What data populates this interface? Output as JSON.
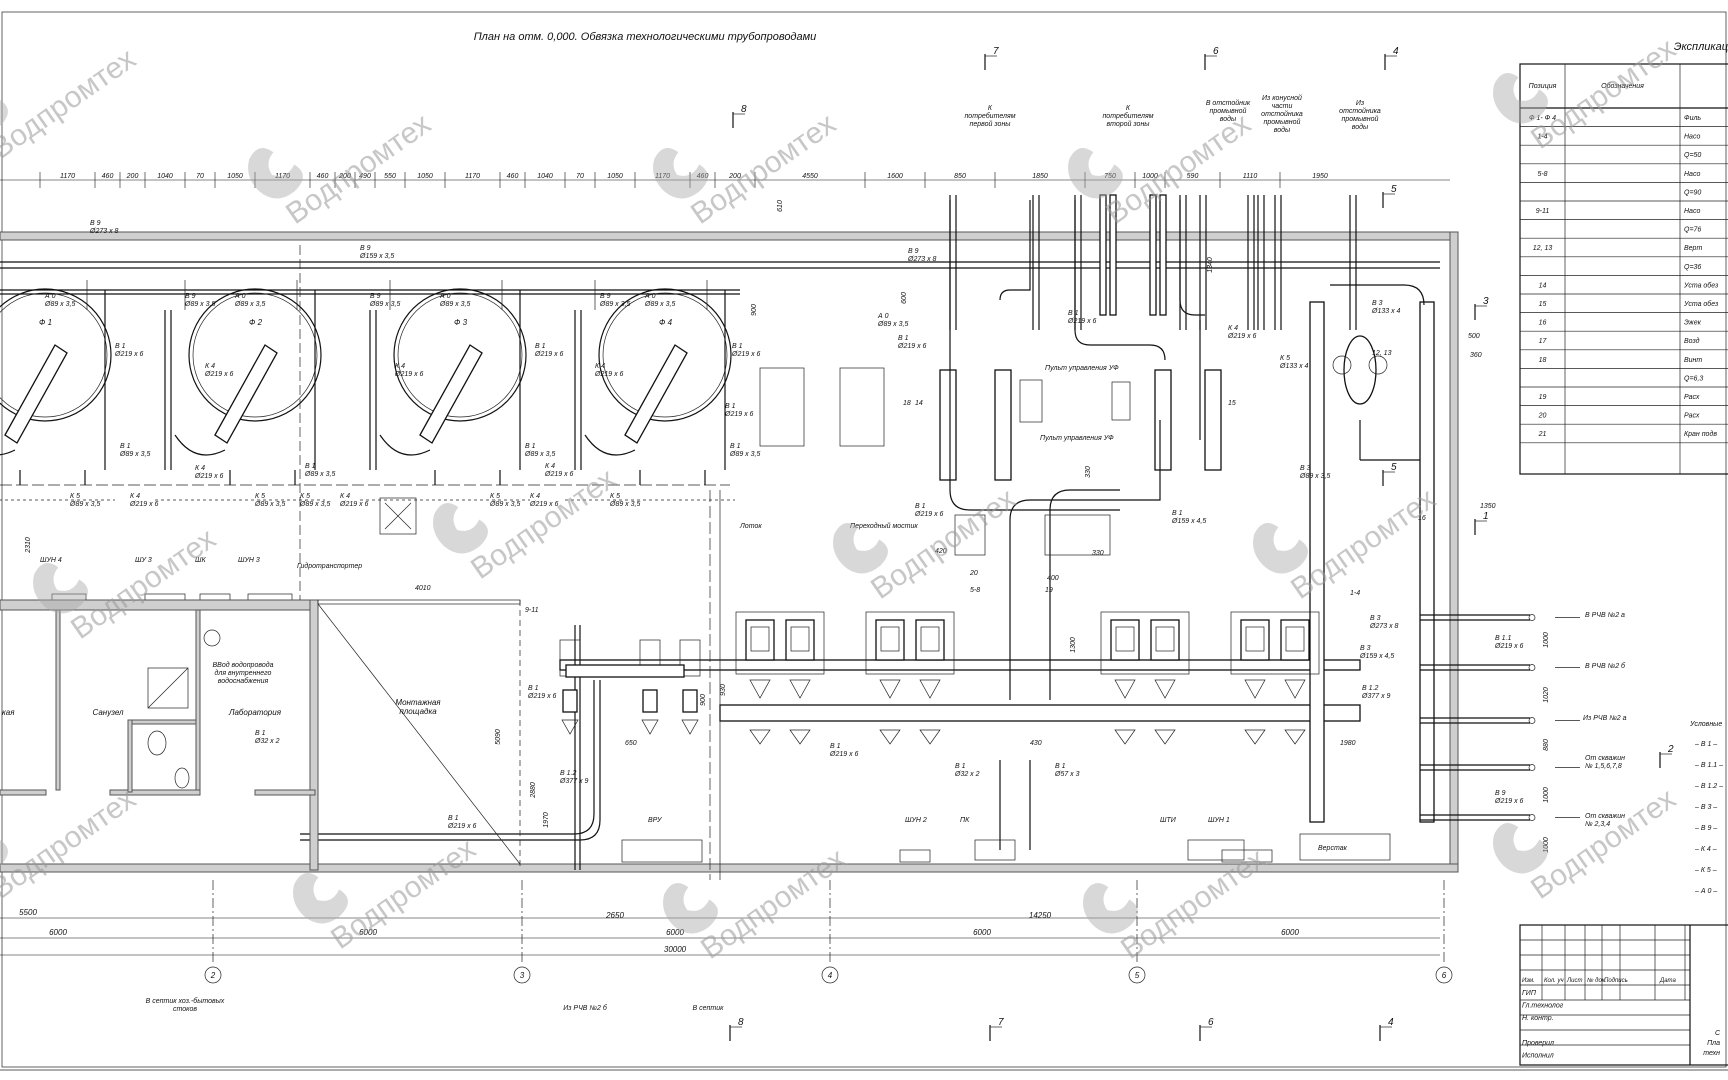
{
  "title": "План на отм. 0,000. Обвязка технологическими трубопроводами",
  "explication_title": "Экспликац",
  "explication": {
    "headers": [
      "Позиция",
      "Обозначения"
    ],
    "rows": [
      {
        "pos": "Ф 1- Ф 4",
        "name": "Филь"
      },
      {
        "pos": "1-4",
        "name": "Насо"
      },
      {
        "pos": "",
        "name": "Q=50"
      },
      {
        "pos": "5-8",
        "name": "Насо"
      },
      {
        "pos": "",
        "name": "Q=90"
      },
      {
        "pos": "9-11",
        "name": "Насо"
      },
      {
        "pos": "",
        "name": "Q=76"
      },
      {
        "pos": "12, 13",
        "name": "Верт"
      },
      {
        "pos": "",
        "name": "Q=36"
      },
      {
        "pos": "14",
        "name": "Уста обез"
      },
      {
        "pos": "15",
        "name": "Уста обез"
      },
      {
        "pos": "16",
        "name": "Эжек"
      },
      {
        "pos": "17",
        "name": "Возд"
      },
      {
        "pos": "18",
        "name": "Винт"
      },
      {
        "pos": "",
        "name": "Q=6,3"
      },
      {
        "pos": "19",
        "name": "Расх"
      },
      {
        "pos": "20",
        "name": "Расх"
      },
      {
        "pos": "21",
        "name": "Кран подв"
      }
    ]
  },
  "legend_title": "Условные",
  "legend": [
    "В 1",
    "В 1.1",
    "В 1.2",
    "В 3",
    "В 9",
    "К 4",
    "К 5",
    "А 0"
  ],
  "title_block": {
    "header_cells": [
      "Изм.",
      "Кол. уч",
      "Лист",
      "№ док.",
      "Подпись",
      "Дата"
    ],
    "roles": [
      "ГИП",
      "Гл.технолог",
      "Н. контр.",
      "",
      "Проверил",
      "Исполнил"
    ],
    "sheet_text": [
      "С",
      "Пла",
      "техн"
    ]
  },
  "watermark": "Водпромтех",
  "section_marks": [
    "7",
    "6",
    "4",
    "8",
    "5",
    "3",
    "1",
    "2"
  ],
  "grid_axes": [
    "2",
    "3",
    "4",
    "5",
    "6"
  ],
  "top_labels": [
    "К потребителям первой зоны",
    "К потребителям второй зоны",
    "В отстойник промывной воды",
    "Из конусной части отстойника промывной воды",
    "Из отстойника промывной воды"
  ],
  "top_dims": [
    "1170",
    "460",
    "200",
    "1040",
    "70",
    "1050",
    "1170",
    "460",
    "200",
    "490",
    "550",
    "1050",
    "1170",
    "460",
    "1040",
    "70",
    "1050",
    "1170",
    "460",
    "200",
    "4550",
    "1600",
    "850",
    "1850",
    "750",
    "1000",
    "590",
    "1110",
    "1950"
  ],
  "filters": [
    "Ф 1",
    "Ф 2",
    "Ф 3",
    "Ф 4"
  ],
  "pipe_labels": {
    "b9_273": "В 9\nØ273 х 8",
    "b9_159": "В 9\nØ159 х 3,5",
    "a0": "А 0\nØ89 х 3,5",
    "b9": "В 9\nØ89 х 3,5",
    "k4": "К 4\nØ219 х 6",
    "b1": "В 1\nØ219 х 6",
    "k5": "К 5\nØ89 х 3,5",
    "b1_89": "В 1\nØ89 х 3,5",
    "b3_133": "В 3\nØ133 х 4",
    "b3_89": "В 3\nØ89 х 3,5",
    "k5_133": "К 5\nØ133 х 4",
    "b1_159": "В 1\nØ159 х 4,5",
    "b1_377": "В 1.2\nØ377 х 9",
    "b1_32": "В 1\nØ32 х 2",
    "b1_57": "В 1\nØ57 х 3",
    "b11": "В 1.1\nØ219 х 6",
    "b9_219": "В 9\nØ219 х 6",
    "b3_273": "В 3\nØ273 х 8",
    "b3_159": "В 3\nØ159 х 4,5"
  },
  "room_labels": {
    "sanuzel": "Санузел",
    "lab": "Лаборатория",
    "montazh": "Монтажная площадка",
    "vvod": "ВВод водопровода для внутреннего водоснабжения",
    "partial": "кая"
  },
  "equipment_labels": [
    "ШУН 4",
    "ШУ 3",
    "ШК",
    "ШУН 3",
    "Гидротранспортер",
    "Лоток",
    "Переходный мостик",
    "Пульт управления УФ",
    "Пульт управления УФ",
    "ВРУ",
    "ШУН 2",
    "ПК",
    "ШТИ",
    "ШУН 1",
    "Верстак"
  ],
  "right_labels": [
    "В РЧВ №2 а",
    "В РЧВ №2 б",
    "Из РЧВ №2 а",
    "От скважин № 1,5,6,7,8",
    "От скважин № 2,3,4"
  ],
  "bottom_labels": [
    "В септик хоз.-бытовых стоков",
    "Из РЧВ №2 б",
    "В септик"
  ],
  "bottom_dims": [
    "5500",
    "6000",
    "6000",
    "2650",
    "6000",
    "14250",
    "6000",
    "6000",
    "30000"
  ],
  "misc_dims": [
    "2310",
    "4010",
    "5090",
    "2880",
    "1970",
    "650",
    "900",
    "930",
    "430",
    "1300",
    "330",
    "400",
    "420",
    "1350",
    "1980",
    "500",
    "360",
    "1000",
    "1020",
    "880",
    "1000",
    "1000",
    "1000",
    "1340",
    "600",
    "900",
    "610"
  ],
  "positions": [
    "9-11",
    "5-8",
    "1-4",
    "12, 13",
    "14",
    "15",
    "16",
    "18",
    "19",
    "20"
  ]
}
